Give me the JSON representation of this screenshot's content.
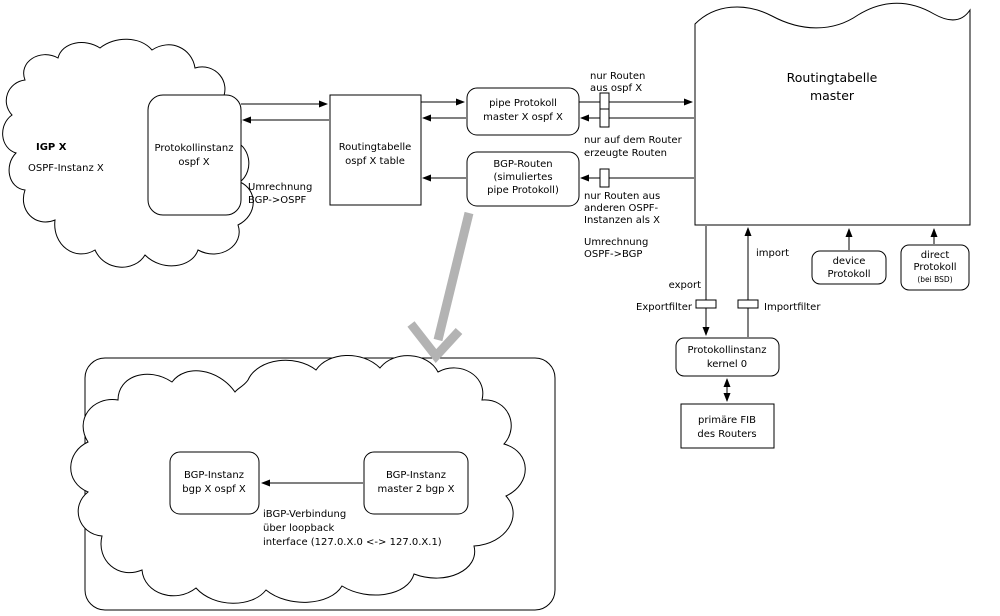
{
  "diagram": {
    "igp_cloud": {
      "title": "IGP X",
      "subtitle": "OSPF-Instanz X"
    },
    "protokollinstanz_ospf": {
      "line1": "Protokollinstanz",
      "line2": "ospf X"
    },
    "umrechnung_bgp_ospf": {
      "line1": "Umrechnung",
      "line2": "BGP->OSPF"
    },
    "routingtabelle_ospf": {
      "line1": "Routingtabelle",
      "line2": "ospf X table"
    },
    "pipe_protokoll": {
      "line1": "pipe Protokoll",
      "line2": "master X ospf X"
    },
    "bgp_routen": {
      "line1": "BGP-Routen",
      "line2": "(simuliertes",
      "line3": "pipe Protokoll)"
    },
    "master_table": {
      "line1": "Routingtabelle",
      "line2": "master"
    },
    "label_nur_routen_ospf": {
      "line1": "nur Routen",
      "line2": "aus ospf X"
    },
    "label_router_routen": {
      "line1": "nur auf dem Router",
      "line2": "erzeugte Routen"
    },
    "label_andere_ospf": {
      "line1": "nur Routen aus",
      "line2": "anderen OSPF-",
      "line3": "Instanzen als X"
    },
    "umrechnung_ospf_bgp": {
      "line1": "Umrechnung",
      "line2": "OSPF->BGP"
    },
    "export_label": "export",
    "import_label": "import",
    "exportfilter_label": "Exportfilter",
    "importfilter_label": "Importfilter",
    "kernel_instance": {
      "line1": "Protokollinstanz",
      "line2": "kernel 0"
    },
    "fib": {
      "line1": "primäre FIB",
      "line2": "des Routers"
    },
    "device_protokoll": {
      "line1": "device",
      "line2": "Protokoll"
    },
    "direct_protokoll": {
      "line1": "direct",
      "line2": "Protokoll",
      "line3": "(bei BSD)"
    },
    "bgp_instanz_ospf": {
      "line1": "BGP-Instanz",
      "line2": "bgp X ospf X"
    },
    "bgp_instanz_master": {
      "line1": "BGP-Instanz",
      "line2": "master 2 bgp X"
    },
    "ibgp_note": {
      "line1": "iBGP-Verbindung",
      "line2": "über loopback",
      "line3": "interface (127.0.X.0 <-> 127.0.X.1)"
    },
    "colors": {
      "stroke": "#000000",
      "gray_arrow": "#b3b3b3",
      "background": "#ffffff"
    }
  }
}
